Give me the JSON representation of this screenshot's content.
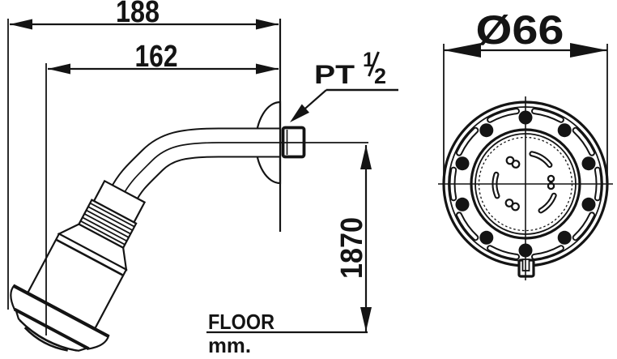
{
  "drawing": {
    "background": "#ffffff",
    "line_color": "#141414"
  },
  "side_view": {
    "dim_overall": "188",
    "dim_arm": "162",
    "thread": {
      "label": "PT",
      "numerator": "1",
      "denominator": "2"
    },
    "dim_height": "1870",
    "floor": {
      "label": "FLOOR",
      "unit": "mm."
    }
  },
  "front_view": {
    "dim_diameter": "Ø66"
  }
}
